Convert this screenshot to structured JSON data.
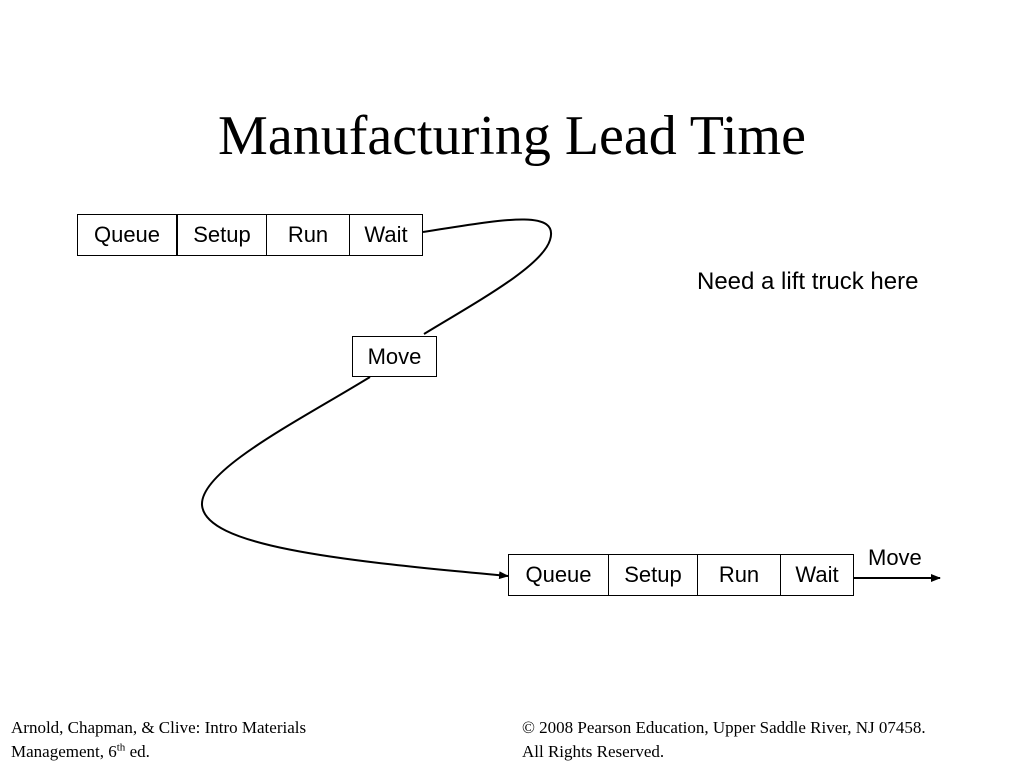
{
  "title": "Manufacturing Lead Time",
  "upper_flow": {
    "steps": [
      "Queue",
      "Setup",
      "Run",
      "Wait"
    ]
  },
  "move_box": {
    "label": "Move"
  },
  "note": "Need a lift truck here",
  "lower_flow": {
    "steps": [
      "Queue",
      "Setup",
      "Run",
      "Wait"
    ],
    "exit_label": "Move"
  },
  "footer": {
    "left_line1": "Arnold, Chapman, & Clive: Intro Materials",
    "left_line2_prefix": "Management, 6",
    "left_line2_sup": "th",
    "left_line2_suffix": " ed.",
    "right_line1": "© 2008 Pearson Education, Upper Saddle River, NJ 07458.",
    "right_line2": "All Rights Reserved."
  }
}
